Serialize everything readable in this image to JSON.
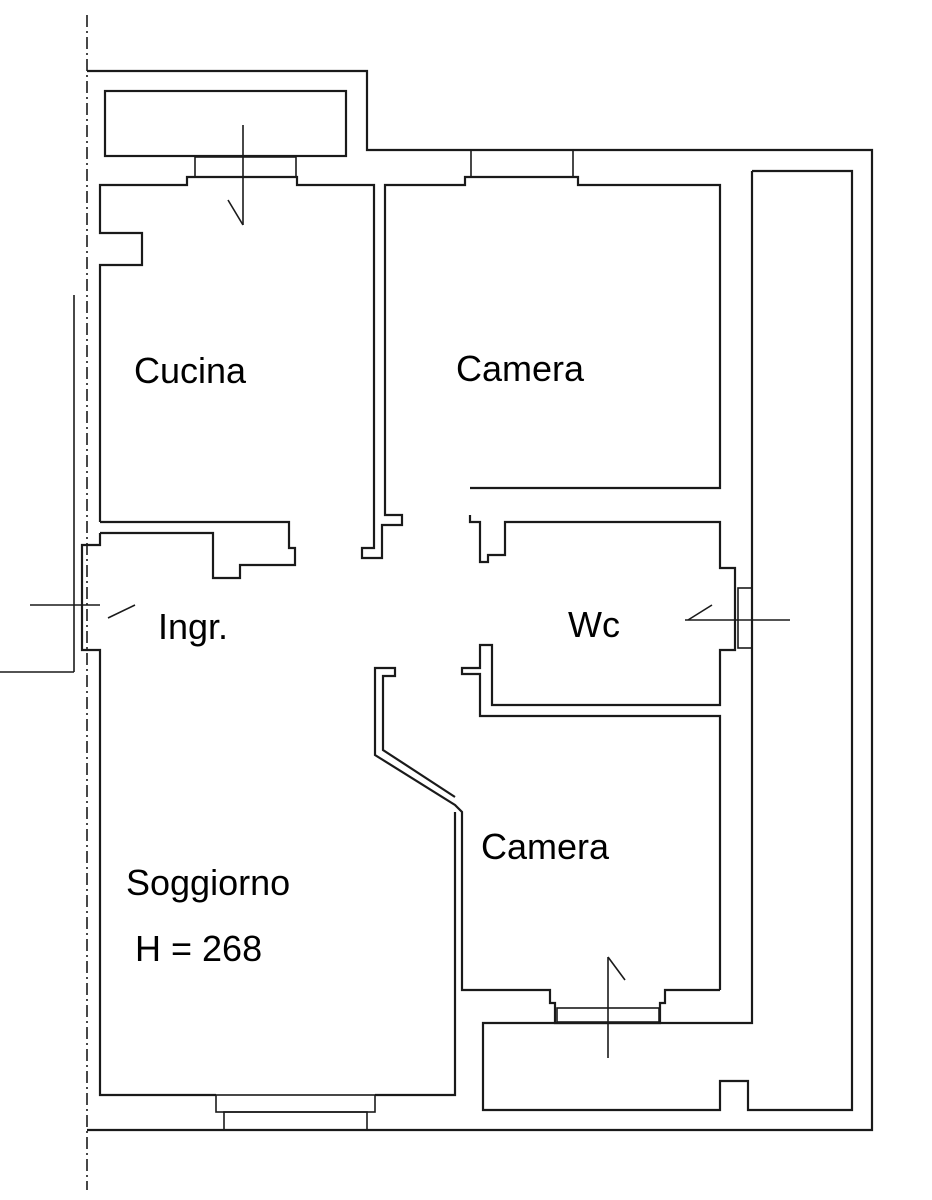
{
  "rooms": {
    "kitchen": "Cucina",
    "bedroom_top": "Camera",
    "entrance": "Ingr.",
    "bathroom": "Wc",
    "bedroom_bottom": "Camera",
    "living": "Soggiorno",
    "height": "H = 268"
  },
  "colors": {
    "line": "#1a1a1a",
    "background": "#ffffff"
  }
}
